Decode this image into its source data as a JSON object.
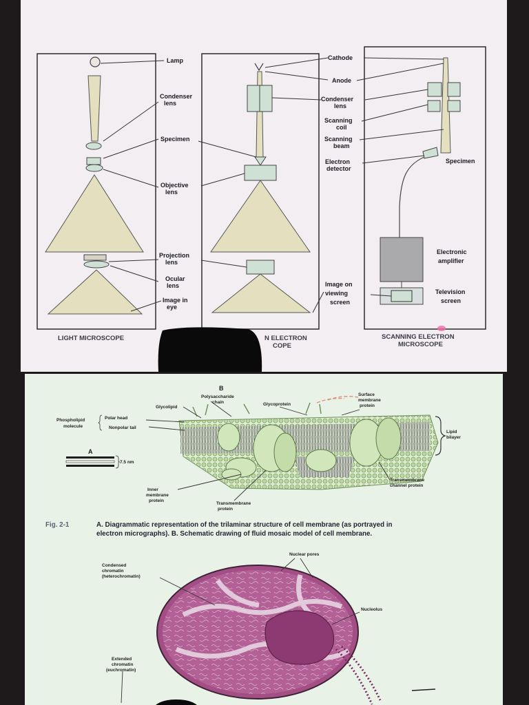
{
  "microscopes": {
    "light": {
      "labels": [
        "Lamp",
        "Condenser",
        "lens",
        "Specimen",
        "Objective",
        "lens",
        "Projection",
        "lens",
        "Ocular",
        "lens",
        "Image in",
        "eye"
      ],
      "caption": "LIGHT MICROSCOPE"
    },
    "tem": {
      "caption_line1": "N ELECTRON",
      "caption_line2": "COPE"
    },
    "sem": {
      "labels": [
        "Cathode",
        "Anode",
        "Condenser",
        "lens",
        "Scanning",
        "coil",
        "Scanning",
        "beam",
        "Electron",
        "detector",
        "Specimen",
        "Electronic",
        "amplifier",
        "Image on",
        "viewing",
        "screen",
        "Television",
        "screen"
      ],
      "caption_line1": "SCANNING ELECTRON",
      "caption_line2": "MICROSCOPE"
    }
  },
  "membrane": {
    "panel_b": "B",
    "panel_a": "A",
    "labels": {
      "polysaccharide_line1": "Polysaccharide",
      "polysaccharide_line2": "chain",
      "glycolipid": "Glycolipid",
      "glycoprotein": "Glycoprotein",
      "surface_line1": "Surface",
      "surface_line2": "membrane",
      "surface_line3": "protein",
      "phospholipid_line1": "Phospholipid",
      "phospholipid_line2": "molecule",
      "polar_head": "Polar head",
      "nonpolar_tail": "Nonpolar tail",
      "lipid_line1": "Lipid",
      "lipid_line2": "bilayer",
      "thickness": "7.5 nm",
      "inner_line1": "Inner",
      "inner_line2": "membrane",
      "inner_line3": "protein",
      "transmembrane_line1": "Transmembrane",
      "transmembrane_line2": "protein",
      "channel_line1": "Transmembrane",
      "channel_line2": "channel protein"
    },
    "fig_number": "Fig. 2-1",
    "caption_line1": "A. Diagrammatic representation of the trilaminar structure of cell membrane (as portrayed in",
    "caption_line2": "electron micrographs). B. Schematic drawing of fluid mosaic model of cell membrane."
  },
  "nucleus": {
    "labels": {
      "condensed_line1": "Condensed",
      "condensed_line2": "chromatin",
      "condensed_line3": "(heterochromatin)",
      "nuclear_pores": "Nuclear pores",
      "nucleolus": "Nucleolus",
      "extended_line1": "Extended",
      "extended_line2": "chromatin",
      "extended_line3": "(euchromatin)"
    }
  },
  "colors": {
    "paper_top": "#f3eef1",
    "paper_bottom": "#e9f2e6",
    "beam_fill": "#e3dfbf",
    "lens_fill": "#cfe0d4",
    "membrane_green": "#bcd9a3",
    "nucleus_purple": "#a34f86"
  }
}
